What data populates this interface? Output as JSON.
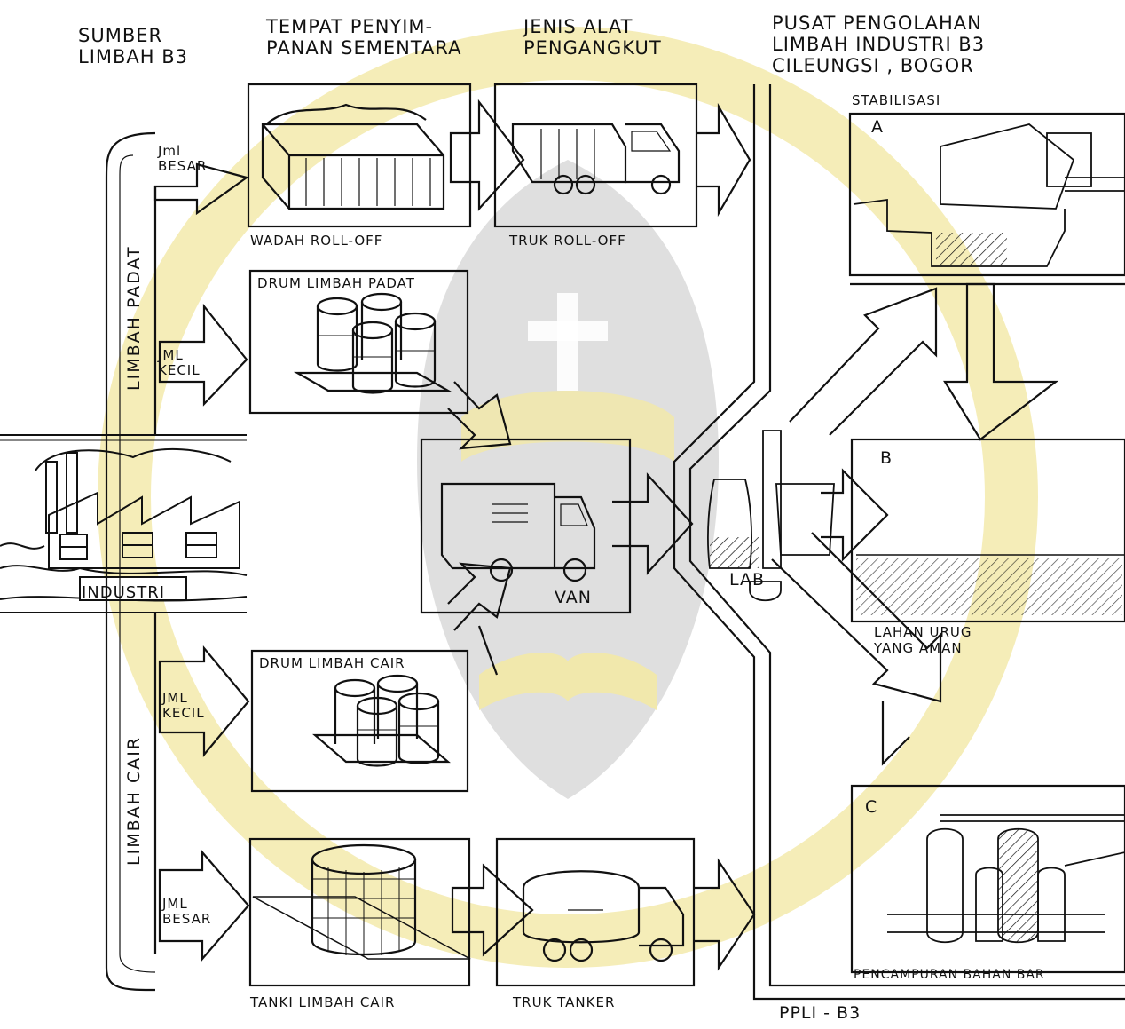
{
  "headers": {
    "source": "SUMBER\nLIMBAH B3",
    "storage": "TEMPAT PENYIM-\nPANAN SEMENTARA",
    "transport": "JENIS ALAT\nPENGANGKUT",
    "center": "PUSAT PENGOLAHAN\nLIMBAH INDUSTRI B3\nCILEUNGSI , BOGOR"
  },
  "source": {
    "industry_label": "INDUSTRI",
    "solid_waste_label": "LIMBAH PADAT",
    "liquid_waste_label": "LIMBAH CAIR"
  },
  "quantities": {
    "solid_large": "Jml\nBESAR",
    "solid_small": "JML\nKECIL",
    "liquid_small": "JML\nKECIL",
    "liquid_large": "JML\nBESAR"
  },
  "storage": {
    "roll_off_container": "WADAH ROLL-OFF",
    "solid_drum": "DRUM LIMBAH PADAT",
    "liquid_drum": "DRUM LIMBAH CAIR",
    "liquid_tank": "TANKI LIMBAH CAIR"
  },
  "transport": {
    "roll_off_truck": "TRUK ROLL-OFF",
    "van": "VAN",
    "tanker_truck": "TRUK TANKER"
  },
  "center": {
    "stabilization_label": "STABILISASI",
    "section_a": "A",
    "lab": "LAB",
    "section_b": "B",
    "landfill": "LAHAN URUG\nYANG AMAN",
    "section_c": "C",
    "fuel_blending": "PENCAMPURAN BAHAN BAR",
    "facility_code": "PPLI - B3"
  },
  "colors": {
    "ink": "#111111",
    "paper": "#ffffff",
    "watermark": "#f3e9a6",
    "watermark_center": "#bdbdbd"
  }
}
